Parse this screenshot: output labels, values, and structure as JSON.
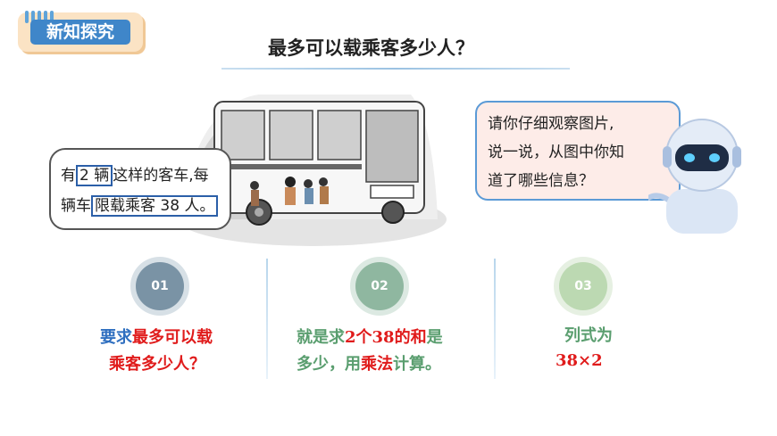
{
  "section_tag": "新知探究",
  "question": "最多可以载乘客多少人？",
  "info": {
    "line1_a": "有",
    "line1_box": "2 辆",
    "line1_b": "这样的客车,每",
    "line2_a": "辆车",
    "line2_box": "限载乘客 38 人。"
  },
  "speech": {
    "line1": "请你仔细观察图片,",
    "line2": "说一说，从图中你知",
    "line3": "道了哪些信息？"
  },
  "steps": [
    {
      "number": "01",
      "text_lead": "要求",
      "text_rest": "最多可以载",
      "text_line2": "乘客多少人？"
    },
    {
      "number": "02",
      "text_a": "就是求",
      "text_b": "2个38的和",
      "text_c": "是",
      "text_line2_a": "多少，用",
      "text_line2_b": "乘法",
      "text_line2_c": "计算。"
    },
    {
      "number": "03",
      "text_line1": "列式为",
      "text_line2": "38×2"
    }
  ],
  "colors": {
    "tag_blue": "#3f86c9",
    "tag_bg": "#fbe3c4",
    "accent_red": "#e01b1b",
    "accent_blue": "#2f6fc0",
    "accent_green": "#5a9e6f"
  }
}
